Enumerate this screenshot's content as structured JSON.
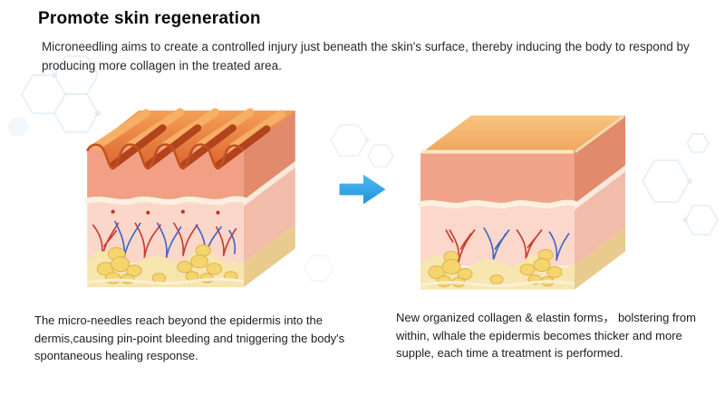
{
  "header": {
    "title": "Promote skin regeneration",
    "subtitle": "Microneedling aims to create a controlled injury just beneath the skin's surface, thereby inducing the body to respond by producing more collagen in the treated area."
  },
  "figures": {
    "left_caption": "The micro-needles reach beyond the epidermis into the dermis,causing pin-point bleeding and tniggering the body's spontaneous healing response.",
    "right_caption": "New organized collagen & elastin forms， bolstering from within, wlhale the epidermis becomes thicker and more supple, each time a treatment is performed."
  },
  "icons": {
    "transition_arrow": "arrow-right-icon",
    "background_pattern": "hexagon-molecule-pattern"
  },
  "colors": {
    "accent_arrow_blue": "#2FA7E6",
    "title_text": "#0B0B0B",
    "body_text": "#222222",
    "epidermis": "#F1A086",
    "dermis": "#FBD7CA",
    "fat_layer": "#F5D66E",
    "injury_groove": "#B2431C"
  }
}
